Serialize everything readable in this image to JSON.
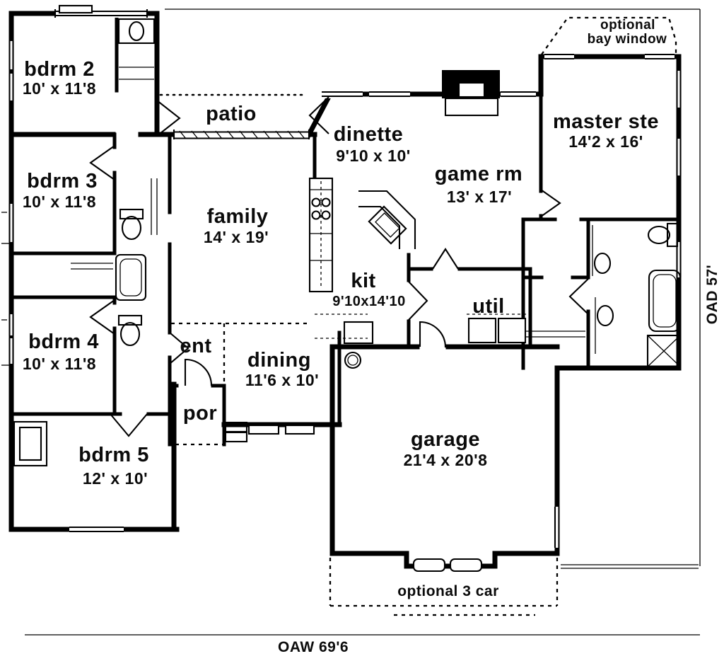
{
  "title": "house floor plan",
  "rooms": [
    {
      "id": "bdrm2",
      "name": "bdrm 2",
      "dims": "10' x 11'8"
    },
    {
      "id": "bdrm3",
      "name": "bdrm 3",
      "dims": "10' x 11'8"
    },
    {
      "id": "bdrm4",
      "name": "bdrm 4",
      "dims": "10' x 11'8"
    },
    {
      "id": "bdrm5",
      "name": "bdrm 5",
      "dims": "12' x 10'"
    },
    {
      "id": "family",
      "name": "family",
      "dims": "14' x 19'"
    },
    {
      "id": "dinette",
      "name": "dinette",
      "dims": "9'10 x 10'"
    },
    {
      "id": "game",
      "name": "game rm",
      "dims": "13' x 17'"
    },
    {
      "id": "master",
      "name": "master ste",
      "dims": "14'2 x 16'"
    },
    {
      "id": "kit",
      "name": "kit",
      "dims": "9'10x14'10"
    },
    {
      "id": "dining",
      "name": "dining",
      "dims": "11'6 x 10'"
    },
    {
      "id": "garage",
      "name": "garage",
      "dims": "21'4 x 20'8"
    },
    {
      "id": "util",
      "name": "util"
    },
    {
      "id": "ent",
      "name": "ent"
    },
    {
      "id": "por",
      "name": "por"
    },
    {
      "id": "patio",
      "name": "patio"
    }
  ],
  "annotations": {
    "optional_bay_line1": "optional",
    "optional_bay_line2": "bay window",
    "optional_3car": "optional 3 car",
    "overall_width": "OAW  69'6",
    "overall_depth": "OAD 57'"
  },
  "colors": {
    "ink": "#000000",
    "paper": "#ffffff"
  }
}
